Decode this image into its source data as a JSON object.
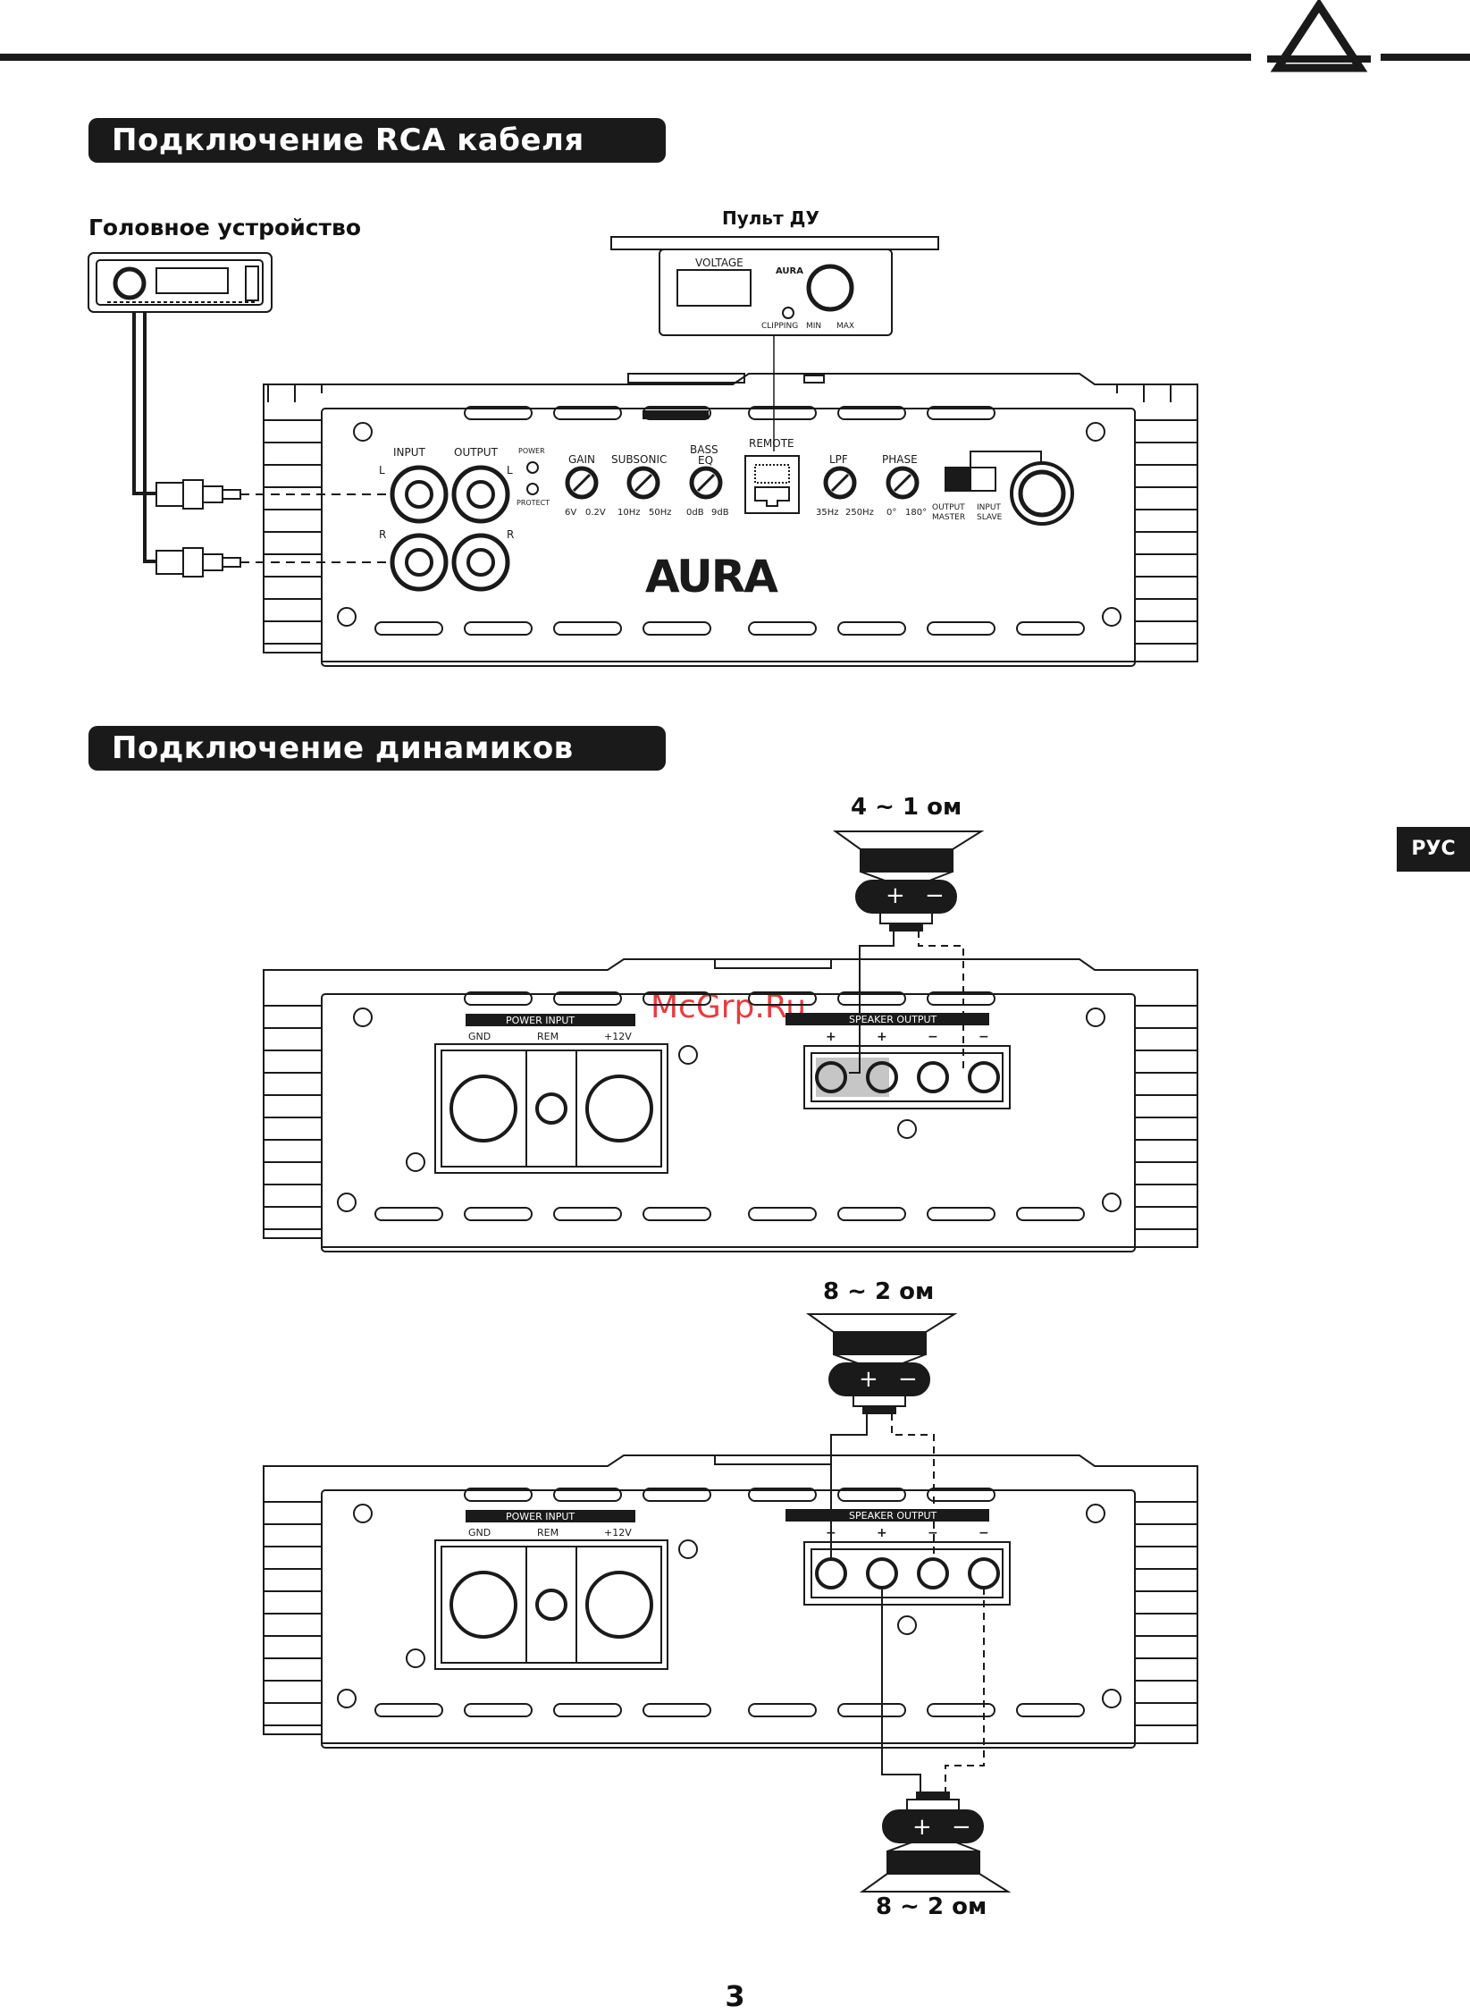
{
  "page": {
    "number": "3",
    "language_tab": "РУС",
    "watermark": "McGrp.Ru"
  },
  "sections": {
    "rca": {
      "title": "Подключение RCA кабеля"
    },
    "speakers": {
      "title": "Подключение динамиков"
    }
  },
  "head_unit": {
    "label": "Головное устройство"
  },
  "remote": {
    "label": "Пульт ДУ",
    "voltage": "VOLTAGE",
    "clipping": "CLIPPING",
    "min": "MIN",
    "max": "MAX",
    "brand": "AURA"
  },
  "amp_front": {
    "input": "INPUT",
    "output": "OUTPUT",
    "power": "POWER",
    "protect": "PROTECT",
    "left": "L",
    "right": "R",
    "gain": "GAIN",
    "gain_min": "6V",
    "gain_max": "0.2V",
    "subsonic": "SUBSONIC",
    "subsonic_min": "10Hz",
    "subsonic_max": "50Hz",
    "bass_eq_1": "BASS",
    "bass_eq_2": "EQ",
    "bass_min": "0dB",
    "bass_max": "9dB",
    "remote": "REMOTE",
    "lpf": "LPF",
    "lpf_min": "35Hz",
    "lpf_max": "250Hz",
    "phase": "PHASE",
    "phase_min": "0°",
    "phase_max": "180°",
    "output_master_1": "OUTPUT",
    "output_master_2": "MASTER",
    "input_slave_1": "INPUT",
    "input_slave_2": "SLAVE",
    "logo": "AURA"
  },
  "amp_rear": {
    "power_input": "POWER INPUT",
    "gnd": "GND",
    "rem": "REM",
    "plus12v": "+12V",
    "speaker_output": "SPEAKER OUTPUT",
    "plus": "+",
    "minus": "−"
  },
  "speakers": {
    "first": "4 ~ 1 ом",
    "second_top": "8 ~ 2 ом",
    "second_bottom": "8 ~ 2 ом"
  },
  "colors": {
    "ink": "#1a1a1a",
    "watermark": "#e8262a"
  }
}
